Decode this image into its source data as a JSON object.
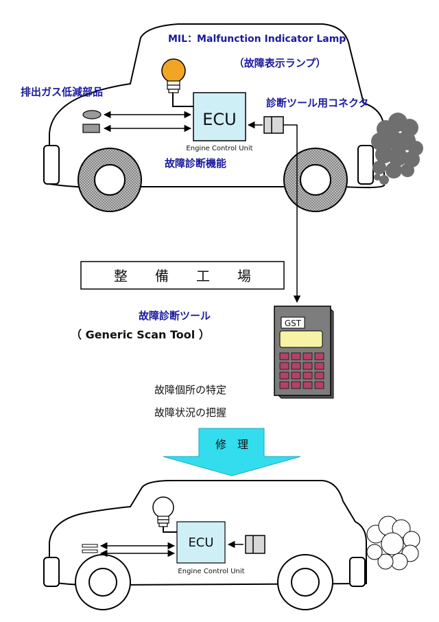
{
  "top_diagram": {
    "mil_label": "MIL：Malfunction Indicator Lamp",
    "mil_label_jp": "（故障表示ランプ）",
    "emission_parts_label": "排出ガス低減部品",
    "connector_label": "診断ツール用コネクタ",
    "ecu_label": "ECU",
    "ecu_sub_label": "Engine Control Unit",
    "diagnosis_function_label": "故障診断機能",
    "colors": {
      "lamp": "#f2a524",
      "ecu_fill": "#cfeff7",
      "exhaust": "#6f6f6f",
      "tire": "#9a9a9a"
    }
  },
  "middle": {
    "workshop_label": "整　　備　　工　　場",
    "tool_label": "故障診断ツール",
    "tool_label_en": "（ Generic Scan Tool ）",
    "gst_label": "GST",
    "fault_location": "故障個所の特定",
    "fault_status": "故障状況の把握",
    "repair_label": "修　理",
    "colors": {
      "arrow": "#33ddee",
      "gst_body": "#7d7d7d",
      "gst_screen": "#f7f3a6",
      "gst_keys": "#b04466"
    }
  },
  "bottom_diagram": {
    "ecu_label": "ECU",
    "ecu_sub_label": "Engine Control Unit",
    "colors": {
      "ecu_fill": "#cfeff7"
    }
  }
}
